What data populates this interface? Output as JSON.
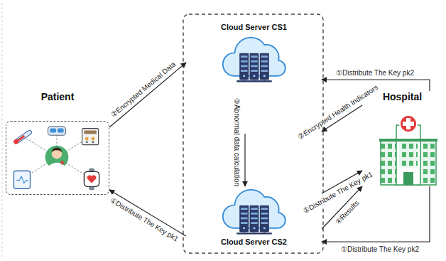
{
  "diagram": {
    "nodes": [
      {
        "text": [
          "Patient"
        ]
      },
      {
        "text": [
          "Cloud Server CS1"
        ]
      },
      {
        "text": [
          "Cloud Server CS2"
        ]
      },
      {
        "text": [
          "Hospital"
        ]
      }
    ],
    "edges": [
      {
        "from": 2,
        "to": 0,
        "label": "①Distribute The Key pk1",
        "arrow": "to"
      },
      {
        "from": 0,
        "to": 1,
        "label": "②Encrypted Medical Data",
        "arrow": "to"
      },
      {
        "from": 1,
        "to": 2,
        "label": "③Abnormal data calculation",
        "arrow": "to"
      },
      {
        "from": 3,
        "to": 1,
        "label": "①Distribute The Key pk2",
        "arrow": "to"
      },
      {
        "from": 3,
        "to": 1,
        "label": "②Encrypted Health Indicators",
        "arrow": "to"
      },
      {
        "from": 2,
        "to": 3,
        "label": "①Distribute The Key pk1",
        "arrow": "to"
      },
      {
        "from": 2,
        "to": 3,
        "label": "④Results",
        "arrow": "to"
      },
      {
        "from": 3,
        "to": 2,
        "label": "①Distribute The Key pk2",
        "arrow": "to"
      }
    ]
  }
}
